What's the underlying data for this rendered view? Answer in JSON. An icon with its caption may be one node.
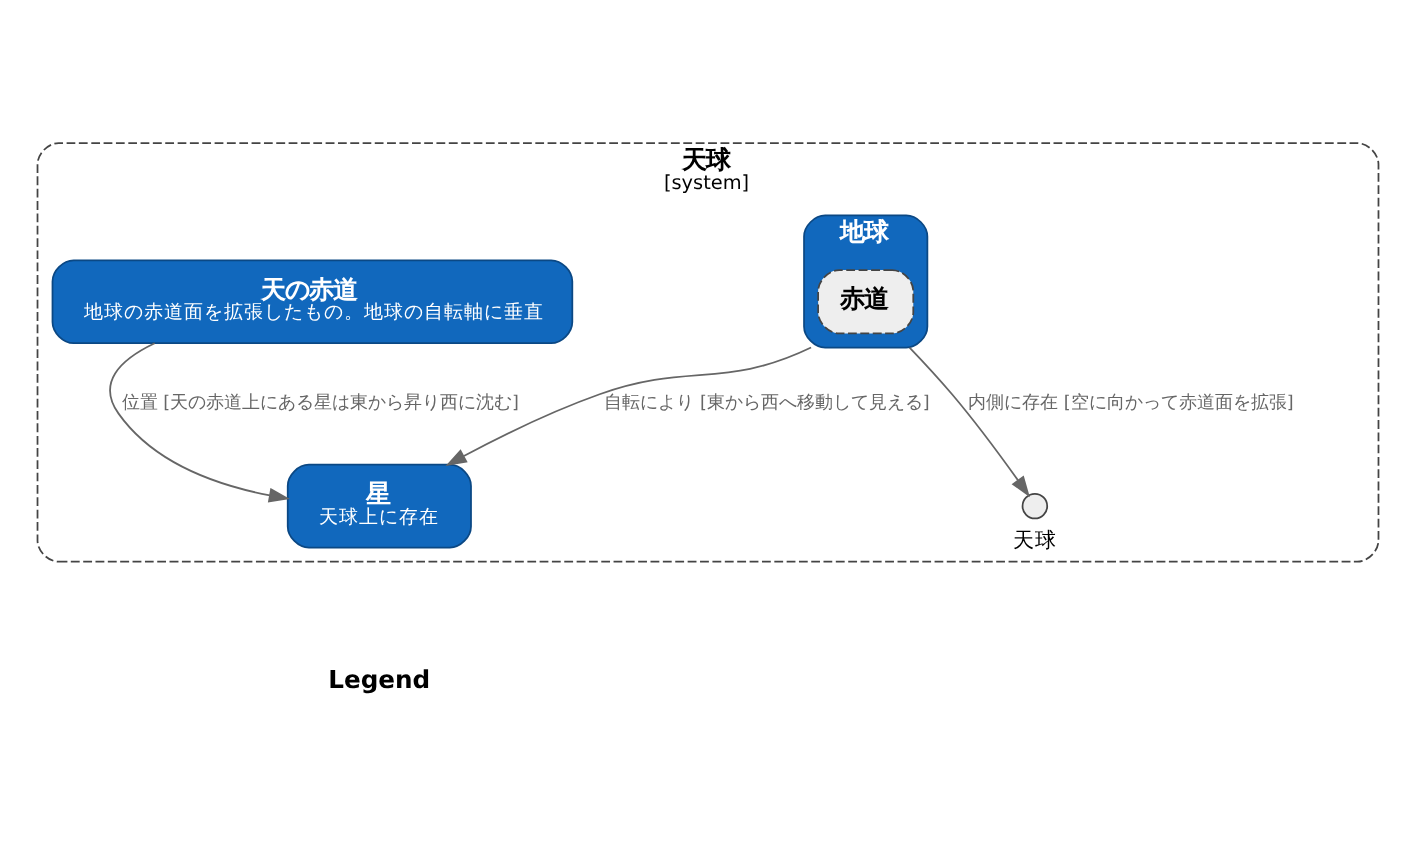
{
  "diagram": {
    "nodes": [
      {
        "text": [
          "天球",
          "[system]"
        ]
      },
      {
        "text": [
          "地球"
        ],
        "in": 0
      },
      {
        "text": [
          "赤道"
        ],
        "in": 1
      },
      {
        "text": [
          "天の赤道",
          "地球の赤道面を拡張したもの。地球の自転軸に垂直"
        ],
        "in": 0
      },
      {
        "text": [],
        "shape": "circle",
        "beside": [
          "天球"
        ],
        "in": 0
      },
      {
        "text": [
          "星",
          "天球上に存在"
        ],
        "in": 0
      }
    ],
    "edges": [
      {
        "from": 1,
        "to": 4,
        "arrow": "to",
        "label": "内側に存在 [空に向かって赤道面を拡張]"
      },
      {
        "from": 1,
        "to": 5,
        "arrow": "to",
        "label": "自転により [東から西へ移動して見える]"
      },
      {
        "from": 3,
        "to": 5,
        "arrow": "to",
        "label": "位置 [天の赤道上にある星は東から昇り西に沈む]"
      }
    ],
    "labels": [
      "Legend"
    ]
  }
}
